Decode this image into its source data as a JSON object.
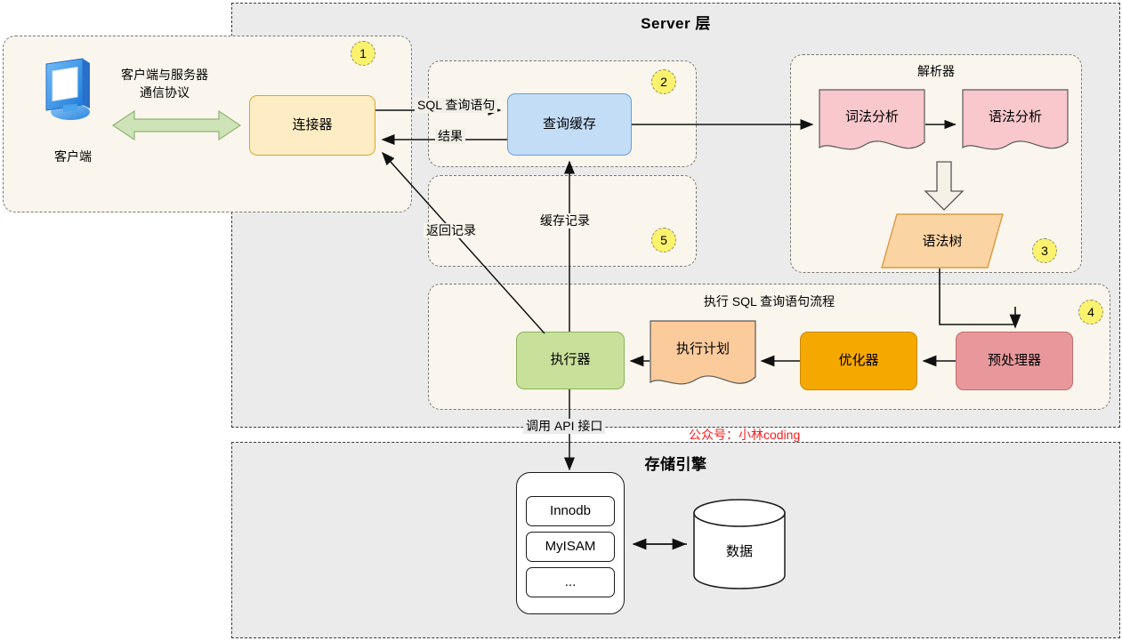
{
  "layers": {
    "server": {
      "title": "Server 层"
    },
    "storage": {
      "title": "存储引擎"
    }
  },
  "client_group": {
    "badge": "1",
    "client_icon_caption": "客户端",
    "protocol_label_line1": "客户端与服务器",
    "protocol_label_line2": "通信协议",
    "connector": "连接器"
  },
  "cache_group": {
    "badge": "2",
    "node": "查询缓存"
  },
  "record_group": {
    "badge": "5",
    "cache_record_label": "缓存记录",
    "return_record_label": "返回记录"
  },
  "parser_group": {
    "badge": "3",
    "title": "解析器",
    "lexical": "词法分析",
    "syntax": "语法分析",
    "syntax_tree": "语法树"
  },
  "exec_group": {
    "badge": "4",
    "title": "执行 SQL 查询语句流程",
    "executor": "执行器",
    "plan": "执行计划",
    "optimizer": "优化器",
    "preprocessor": "预处理器"
  },
  "storage_group": {
    "engines": [
      "Innodb",
      "MyISAM",
      "..."
    ],
    "data_cylinder": "数据"
  },
  "edges": {
    "sql_query": "SQL 查询语句",
    "result": "结果",
    "api_call": "调用 API 接口"
  },
  "watermark": "公众号：小林coding",
  "colors": {
    "layer_bg": "#ebebeb",
    "group_bg": "#faf6ed",
    "connector": "#fdecc4",
    "cache": "#c3ddf7",
    "executor": "#c8e09a",
    "optimizer": "#f5a800",
    "preprocessor": "#e8989b",
    "doc_pink": "#f8c8cc",
    "doc_orange": "#fbcb9c",
    "tree_orange": "#fbd4a4",
    "badge": "#fbf26d",
    "green_arrow": "#cfe3b8",
    "watermark": "#ff1a1a"
  }
}
